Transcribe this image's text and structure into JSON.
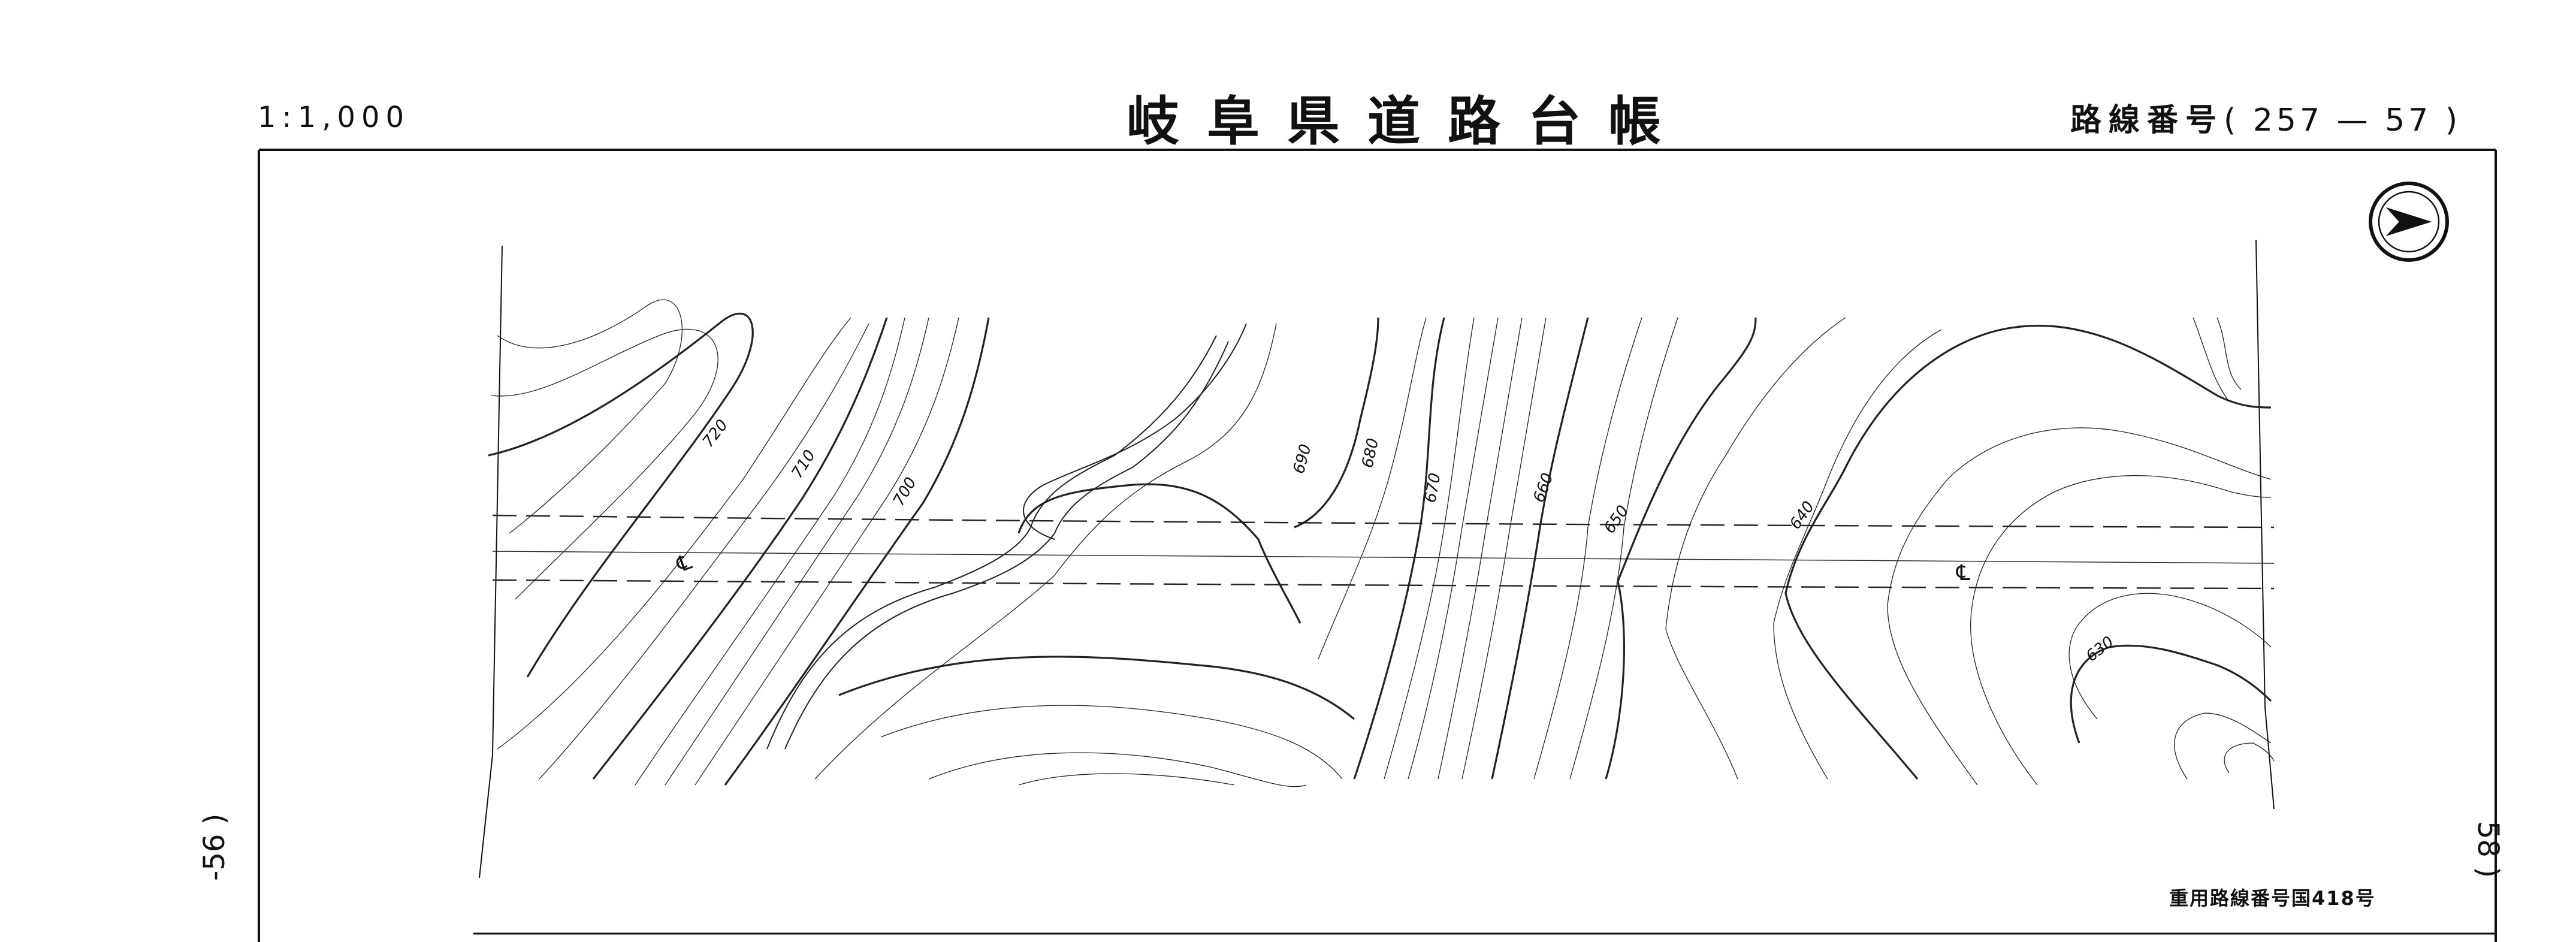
{
  "header": {
    "scale": "1:1,000",
    "title": "岐阜県道路台帳",
    "route_label": "路線番号",
    "route_value": "( 257 — 57 )"
  },
  "edges": {
    "left": "-56 )",
    "right": "58 )"
  },
  "footer": {
    "national_route": "重用路線番号国418号"
  },
  "map": {
    "contour_labels": [
      "720",
      "710",
      "700",
      "690",
      "680",
      "670",
      "660",
      "650",
      "640",
      "630"
    ],
    "center_markers": [
      "℄",
      "℄"
    ],
    "north_arrow": "north-arrow-icon"
  }
}
